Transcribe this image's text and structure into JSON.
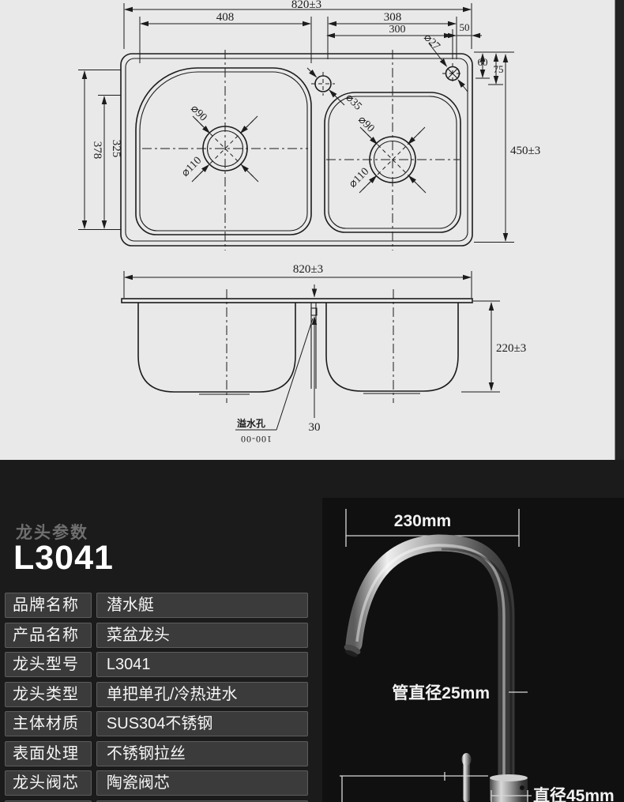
{
  "drawing": {
    "top_view": {
      "total_width": "820±3",
      "left_width": "408",
      "right_width": "308",
      "right_inner_width": "300",
      "edge_offset": "50",
      "corner_hole_dia": "⌀27",
      "faucet_hole_dia": "⌀35",
      "offset_a": "60",
      "offset_b": "75",
      "total_depth": "450±3",
      "bowl_depth_outer": "378",
      "bowl_depth_inner": "325",
      "drain_left_dia": "⌀90",
      "drain_left_dia2": "⌀110",
      "drain_right_dia": "⌀90",
      "drain_right_dia2": "⌀110"
    },
    "side_view": {
      "total_width": "820±3",
      "height": "220±3",
      "divider_width": "30",
      "overflow_label": "溢水孔",
      "stamp": "100-00"
    }
  },
  "faucet_figure": {
    "spout_reach": "230mm",
    "pipe_dia": "管直径25mm",
    "base_dia": "直径45mm"
  },
  "specs": {
    "section_title": "龙头参数",
    "model": "L3041",
    "rows": [
      {
        "label": "品牌名称",
        "value": "潜水艇"
      },
      {
        "label": "产品名称",
        "value": "菜盆龙头"
      },
      {
        "label": "龙头型号",
        "value": "L3041"
      },
      {
        "label": "龙头类型",
        "value": "单把单孔/冷热进水"
      },
      {
        "label": "主体材质",
        "value": "SUS304不锈钢"
      },
      {
        "label": "表面处理",
        "value": "不锈钢拉丝"
      },
      {
        "label": "龙头阀芯",
        "value": "陶瓷阀芯"
      }
    ]
  },
  "colors": {
    "paper": "#e9e9e9",
    "ink": "#1c1c1c",
    "panel_bg": "#1b1b1b",
    "cell_bg": "#3b3b3b",
    "text_light": "#f5f5f5"
  }
}
